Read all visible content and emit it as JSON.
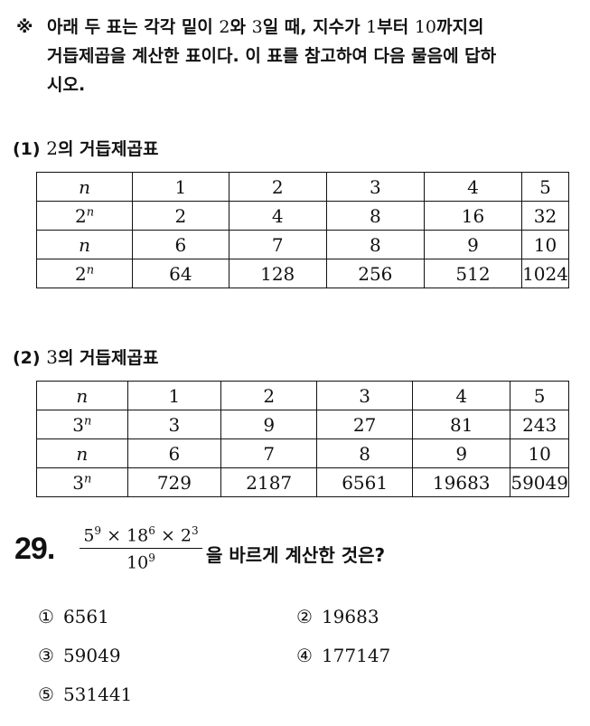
{
  "intro": {
    "mark": "※",
    "line1_a": "아래 두 표는 각각 밑이 ",
    "line1_b": "2",
    "line1_c": "와 ",
    "line1_d": "3",
    "line1_e": "일 때, 지수가 ",
    "line1_f": "1",
    "line1_g": "부터 ",
    "line1_h": "10",
    "line1_i": "까지의",
    "line2": "거듭제곱을 계산한 표이다. 이 표를 참고하여 다음 물음에 답하",
    "line3": "시오."
  },
  "section1": {
    "prefix": "(1) ",
    "base": "2",
    "suffix": "의 거듭제곱표"
  },
  "section2": {
    "prefix": "(2) ",
    "base": "3",
    "suffix": "의 거듭제곱표"
  },
  "table1": {
    "row_header_n": "n",
    "row_header_pow_base": "2",
    "row_header_pow_exp": "n",
    "exps1": [
      "1",
      "2",
      "3",
      "4",
      "5"
    ],
    "vals1": [
      "2",
      "4",
      "8",
      "16",
      "32"
    ],
    "exps2": [
      "6",
      "7",
      "8",
      "9",
      "10"
    ],
    "vals2": [
      "64",
      "128",
      "256",
      "512",
      "1024"
    ]
  },
  "table2": {
    "row_header_n": "n",
    "row_header_pow_base": "3",
    "row_header_pow_exp": "n",
    "exps1": [
      "1",
      "2",
      "3",
      "4",
      "5"
    ],
    "vals1": [
      "3",
      "9",
      "27",
      "81",
      "243"
    ],
    "exps2": [
      "6",
      "7",
      "8",
      "9",
      "10"
    ],
    "vals2": [
      "729",
      "2187",
      "6561",
      "19683",
      "59049"
    ]
  },
  "question": {
    "number": "29.",
    "numerator": {
      "a": "5",
      "a_exp": "9",
      "times1": "×",
      "b": "18",
      "b_exp": "6",
      "times2": "×",
      "c": "2",
      "c_exp": "3"
    },
    "denominator": {
      "d": "10",
      "d_exp": "9"
    },
    "text": "을 바르게 계산한 것은?"
  },
  "choices": [
    {
      "mark": "①",
      "value": "6561"
    },
    {
      "mark": "②",
      "value": "19683"
    },
    {
      "mark": "③",
      "value": "59049"
    },
    {
      "mark": "④",
      "value": "177147"
    },
    {
      "mark": "⑤",
      "value": "531441"
    }
  ]
}
